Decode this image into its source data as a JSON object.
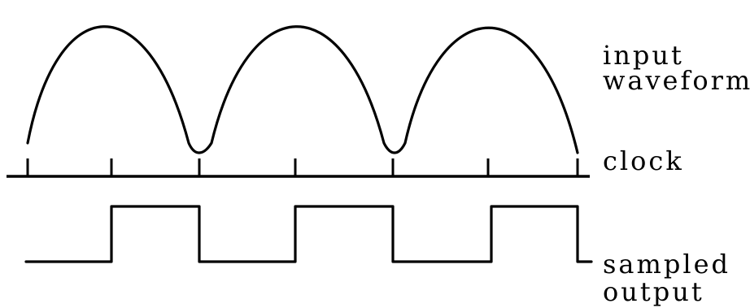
{
  "labels": {
    "input_line1": "input",
    "input_line2": "waveform",
    "clock": "clock",
    "sampled_line1": "sampled",
    "sampled_line2": "output"
  },
  "clock_ticks": 7,
  "sampled_levels": [
    "low",
    "high",
    "low",
    "high",
    "low",
    "high",
    "low"
  ]
}
